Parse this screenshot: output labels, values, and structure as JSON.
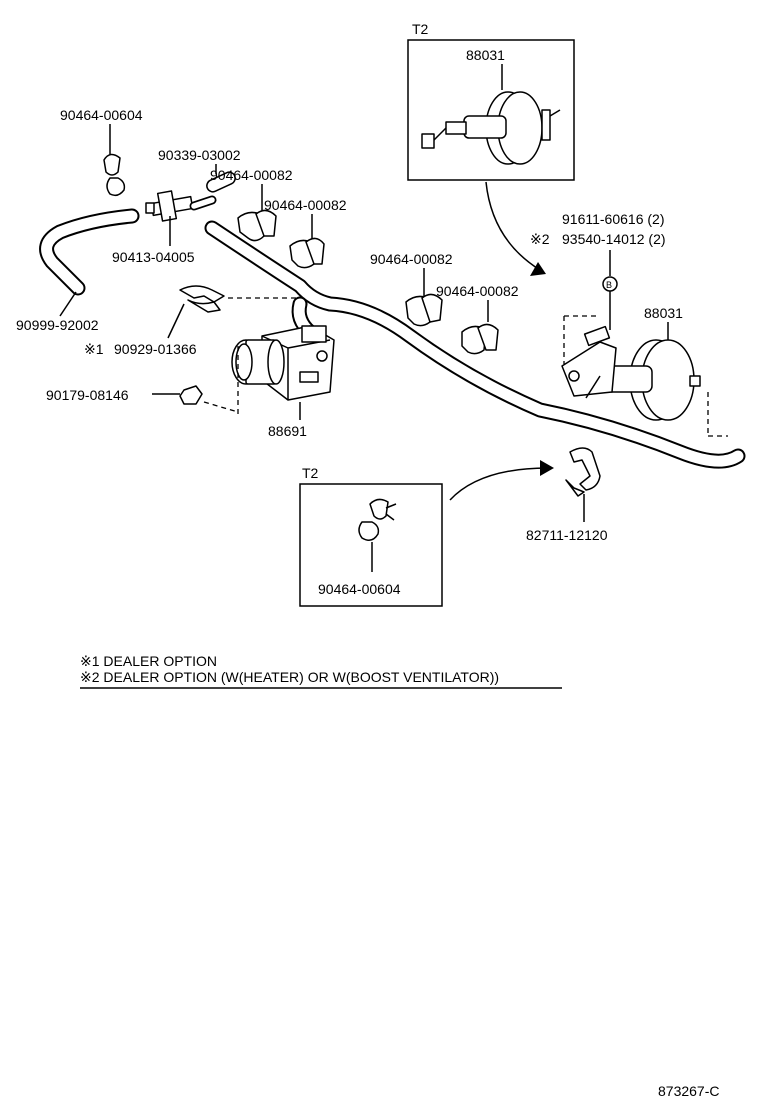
{
  "labels": {
    "t2_top": "T2",
    "booster_top": "88031",
    "clip_top": "90464-00604",
    "plug": "90339-03002",
    "clip_a": "90464-00082",
    "clip_b": "90464-00082",
    "clip_c": "90464-00082",
    "clip_d": "90464-00082",
    "tee": "90413-04005",
    "hose_short": "90999-92002",
    "clamp_marked": "90929-01366",
    "clamp_mark": "※1",
    "nut": "90179-08146",
    "valve": "88691",
    "bolt1": "91611-60616 (2)",
    "bolt2_mark": "※2",
    "bolt2": "93540-14012 (2)",
    "bolt_symbol": "B",
    "booster_main": "88031",
    "clamp_right": "82711-12120",
    "t2_bottom": "T2",
    "clip_bottom": "90464-00604"
  },
  "notes": {
    "note1": "※1 DEALER OPTION",
    "note2": "※2 DEALER OPTION (W(HEATER) OR W(BOOST VENTILATOR))"
  },
  "figure_code": "873267-C"
}
